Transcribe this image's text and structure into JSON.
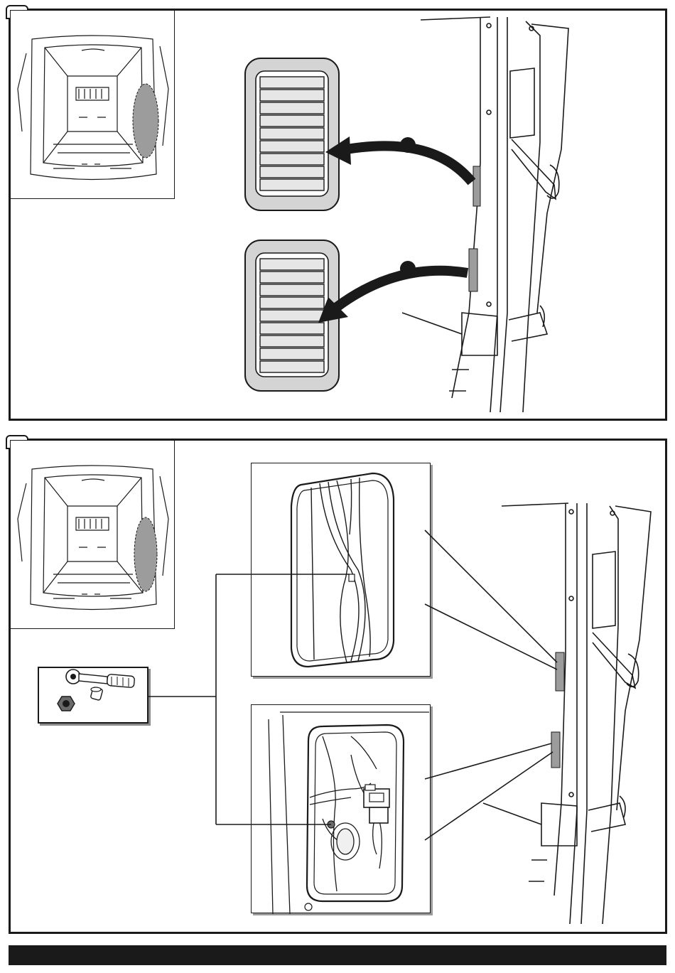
{
  "colors": {
    "line": "#1a1a1a",
    "cover_fill": "#d4d4d4",
    "highlight_fill": "#9c9c9c",
    "white": "#ffffff",
    "shadow": "#8a8a8a"
  },
  "steps": [
    {
      "callouts": [
        "cover-upper",
        "cover-lower"
      ],
      "icons": [
        "van-interior-thumbnail",
        "vent-cover-icon",
        "pillar-illustration"
      ]
    },
    {
      "callouts": [
        "wiring-detail-upper",
        "connector-detail-lower"
      ],
      "icons": [
        "van-interior-thumbnail",
        "ratchet-tool-icon",
        "nut-icon",
        "socket-icon",
        "pillar-illustration"
      ]
    }
  ]
}
